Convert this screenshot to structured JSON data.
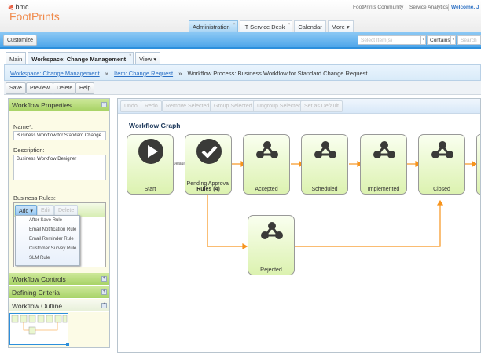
{
  "header": {
    "brand": "bmc",
    "product": "FootPrints",
    "links": [
      "FootPrints Community",
      "Service Analytics"
    ],
    "welcome": "Welcome, J"
  },
  "main_tabs": [
    {
      "label": "Administration"
    },
    {
      "label": "IT Service Desk"
    },
    {
      "label": "Calendar"
    },
    {
      "label": "More ▾"
    }
  ],
  "bluebar": {
    "customize": "Customize",
    "select_placeholder": "Select Item(s)",
    "contains": "Contains",
    "search_placeholder": "Search"
  },
  "sub_tabs": [
    {
      "label": "Main"
    },
    {
      "label": "Workspace: Change Management"
    },
    {
      "label": "View ▾"
    }
  ],
  "breadcrumb": {
    "item1": "Workspace: Change Management",
    "item2": "Item: Change Request",
    "sep": "»",
    "current": "Workflow Process: Business Workflow for Standard Change Request"
  },
  "toolbar": {
    "save": "Save",
    "preview": "Preview",
    "delete": "Delete",
    "help": "Help"
  },
  "left": {
    "props_title": "Workflow Properties",
    "name_label": "Name*:",
    "name_value": "Business Workflow for Standard Change Request",
    "desc_label": "Description:",
    "desc_value": "Business Workflow Designer",
    "rules_label": "Business Rules:",
    "add": "Add ▾",
    "edit": "Edit",
    "delete": "Delete",
    "menu": [
      "After Save Rule",
      "Email Notification Rule",
      "Email Reminder Rule",
      "Customer Survey Rule",
      "SLM Rule"
    ],
    "controls": "Workflow Controls",
    "criteria": "Defining Criteria",
    "outline": "Workflow Outline"
  },
  "graph": {
    "buttons": [
      "Undo",
      "Redo",
      "Remove Selected",
      "Group Selected",
      "Ungroup Selected",
      "Set as Default"
    ],
    "title": "Workflow Graph",
    "default_label": "Default",
    "nodes": [
      {
        "label": "Start",
        "icon": "play"
      },
      {
        "label": "Pending Approval",
        "sub": "Rules (4)",
        "icon": "check"
      },
      {
        "label": "Accepted",
        "icon": "network"
      },
      {
        "label": "Scheduled",
        "icon": "network"
      },
      {
        "label": "Implemented",
        "icon": "network"
      },
      {
        "label": "Closed",
        "icon": "network"
      },
      {
        "label": "Rejected",
        "icon": "network"
      }
    ],
    "accent": "#f7941d"
  }
}
